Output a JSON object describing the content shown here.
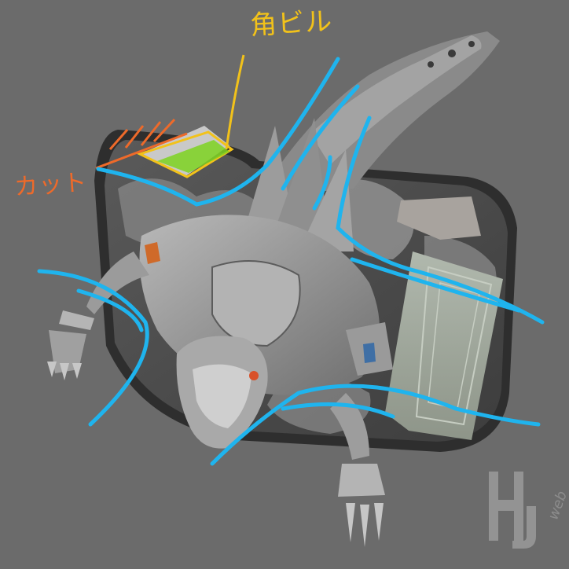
{
  "annotations": {
    "corner_building_label": "角ビル",
    "cut_label": "カット",
    "colors": {
      "blue_strokes": "#1fb4ee",
      "yellow": "#f2c21a",
      "orange": "#ee6a2a",
      "green": "#7ed321"
    }
  },
  "watermark": {
    "text": "web",
    "letters": "HJ"
  },
  "icons": {
    "watermark_logo": "hj-web-logo"
  }
}
